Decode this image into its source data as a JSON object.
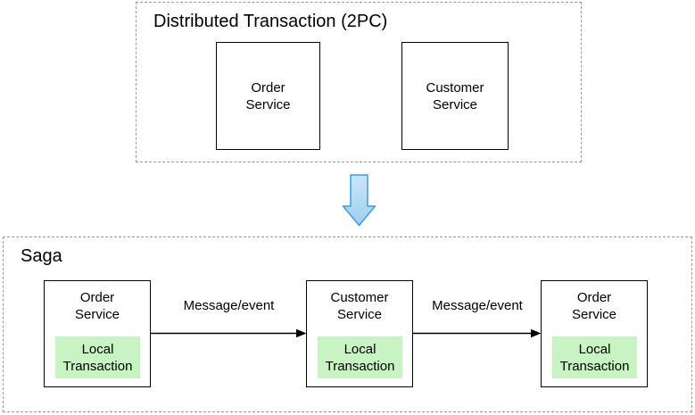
{
  "colors": {
    "canvas_bg": "#ffffff",
    "dashed_border": "#999999",
    "box_border": "#000000",
    "text": "#000000",
    "green_fill": "#C7F4C2",
    "blue_arrow_fill_light": "#C9E6FA",
    "blue_arrow_fill": "#9FCFF1",
    "blue_arrow_stroke": "#3E9BDB"
  },
  "top_section": {
    "title": "Distributed Transaction (2PC)",
    "boxes": [
      {
        "label": "Order\nService"
      },
      {
        "label": "Customer\nService"
      }
    ]
  },
  "down_arrow_icon": "down-arrow",
  "saga_section": {
    "title": "Saga",
    "boxes": [
      {
        "label": "Order\nService",
        "inner_label": "Local\nTransaction"
      },
      {
        "label": "Customer\nService",
        "inner_label": "Local\nTransaction"
      },
      {
        "label": "Order\nService",
        "inner_label": "Local\nTransaction"
      }
    ],
    "arrows": [
      {
        "label": "Message/event"
      },
      {
        "label": "Message/event"
      }
    ]
  }
}
